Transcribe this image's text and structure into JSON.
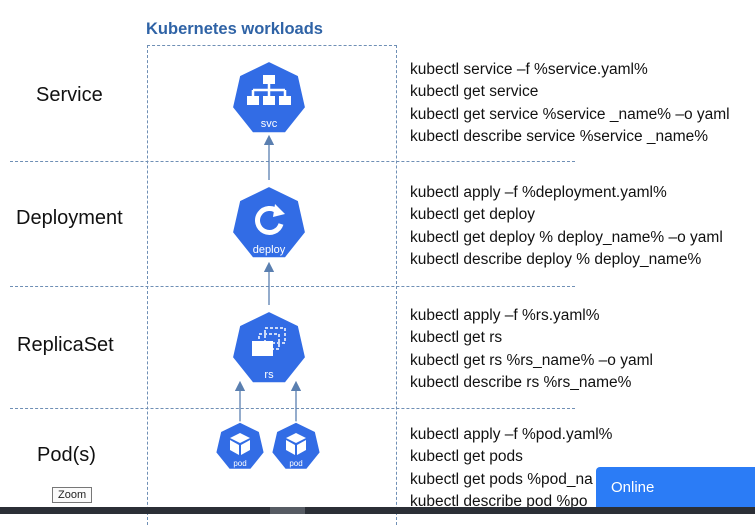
{
  "title": "Kubernetes workloads",
  "rows": [
    {
      "label": "Service",
      "commands": [
        "kubectl service –f  %service.yaml%",
        "kubectl get service",
        "kubectl get service %service _name%  –o yaml",
        "kubectl describe service %service _name%"
      ]
    },
    {
      "label": "Deployment",
      "commands": [
        "kubectl apply –f %deployment.yaml%",
        "kubectl get deploy",
        "kubectl get deploy % deploy_name% –o yaml",
        "kubectl describe deploy % deploy_name%"
      ]
    },
    {
      "label": "ReplicaSet",
      "commands": [
        "kubectl apply –f %rs.yaml%",
        "kubectl get rs",
        "kubectl get rs %rs_name% –o yaml",
        "kubectl describe rs %rs_name%"
      ]
    },
    {
      "label": "Pod(s)",
      "commands": [
        "kubectl apply –f %pod.yaml%",
        "kubectl get pods",
        "kubectl get pods %pod_na",
        "kubectl describe pod %po"
      ]
    }
  ],
  "icons": {
    "svc": "svc",
    "deploy": "deploy",
    "rs": "rs",
    "pod": "pod"
  },
  "colors": {
    "icon": "#326ce5",
    "accent": "#2b7cf6",
    "title": "#2f63a6"
  },
  "zoom_label": "Zoom",
  "online_label": "Online"
}
